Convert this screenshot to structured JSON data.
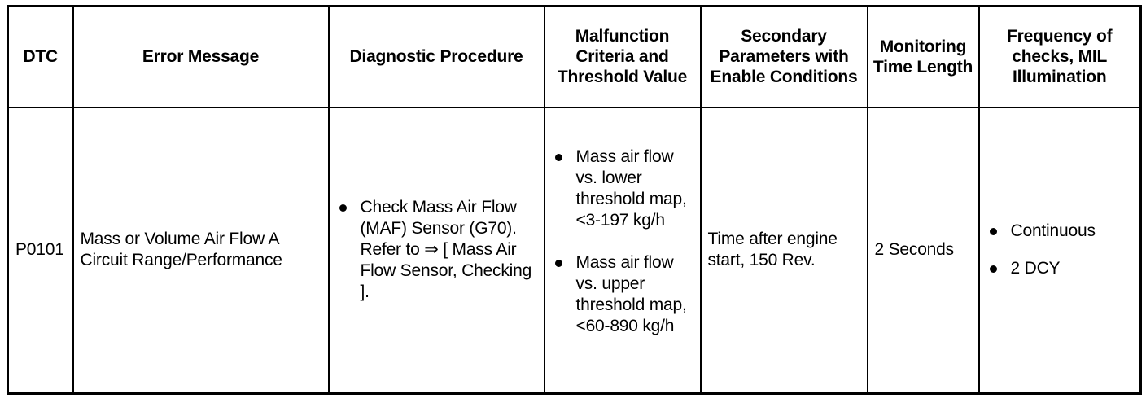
{
  "table": {
    "headers": [
      {
        "id": "dtc",
        "label": "DTC"
      },
      {
        "id": "error_message",
        "label": "Error Message"
      },
      {
        "id": "diagnostic_procedure",
        "label": "Diagnostic Procedure"
      },
      {
        "id": "malfunction_criteria",
        "label": "Malfunction Criteria and Threshold Value"
      },
      {
        "id": "secondary_parameters",
        "label": "Secondary Parameters with Enable Conditions"
      },
      {
        "id": "monitoring_time",
        "label": "Monitoring Time Length"
      },
      {
        "id": "frequency_mil",
        "label": "Frequency of checks, MIL Illumination"
      }
    ],
    "rows": [
      {
        "dtc": "P0101",
        "error_message": "Mass or Volume Air Flow A Circuit Range/Performance",
        "diagnostic_procedure_bullets": [
          "Check Mass Air Flow (MAF) Sensor (G70). Refer to ⇒ [ Mass Air Flow Sensor, Checking ]."
        ],
        "malfunction_criteria_bullets": [
          "Mass air flow vs. lower threshold map, <3-197 kg/h",
          "Mass air flow vs. upper threshold map, <60-890 kg/h"
        ],
        "secondary_parameters": "Time after engine start, 150 Rev.",
        "monitoring_time": "2 Seconds",
        "frequency_mil_bullets": [
          "Continuous",
          "2 DCY"
        ]
      }
    ]
  },
  "style": {
    "border_color": "#000000",
    "text_color": "#000000",
    "background": "#ffffff"
  },
  "icons": {
    "bullet": "bullet-dot-icon"
  }
}
